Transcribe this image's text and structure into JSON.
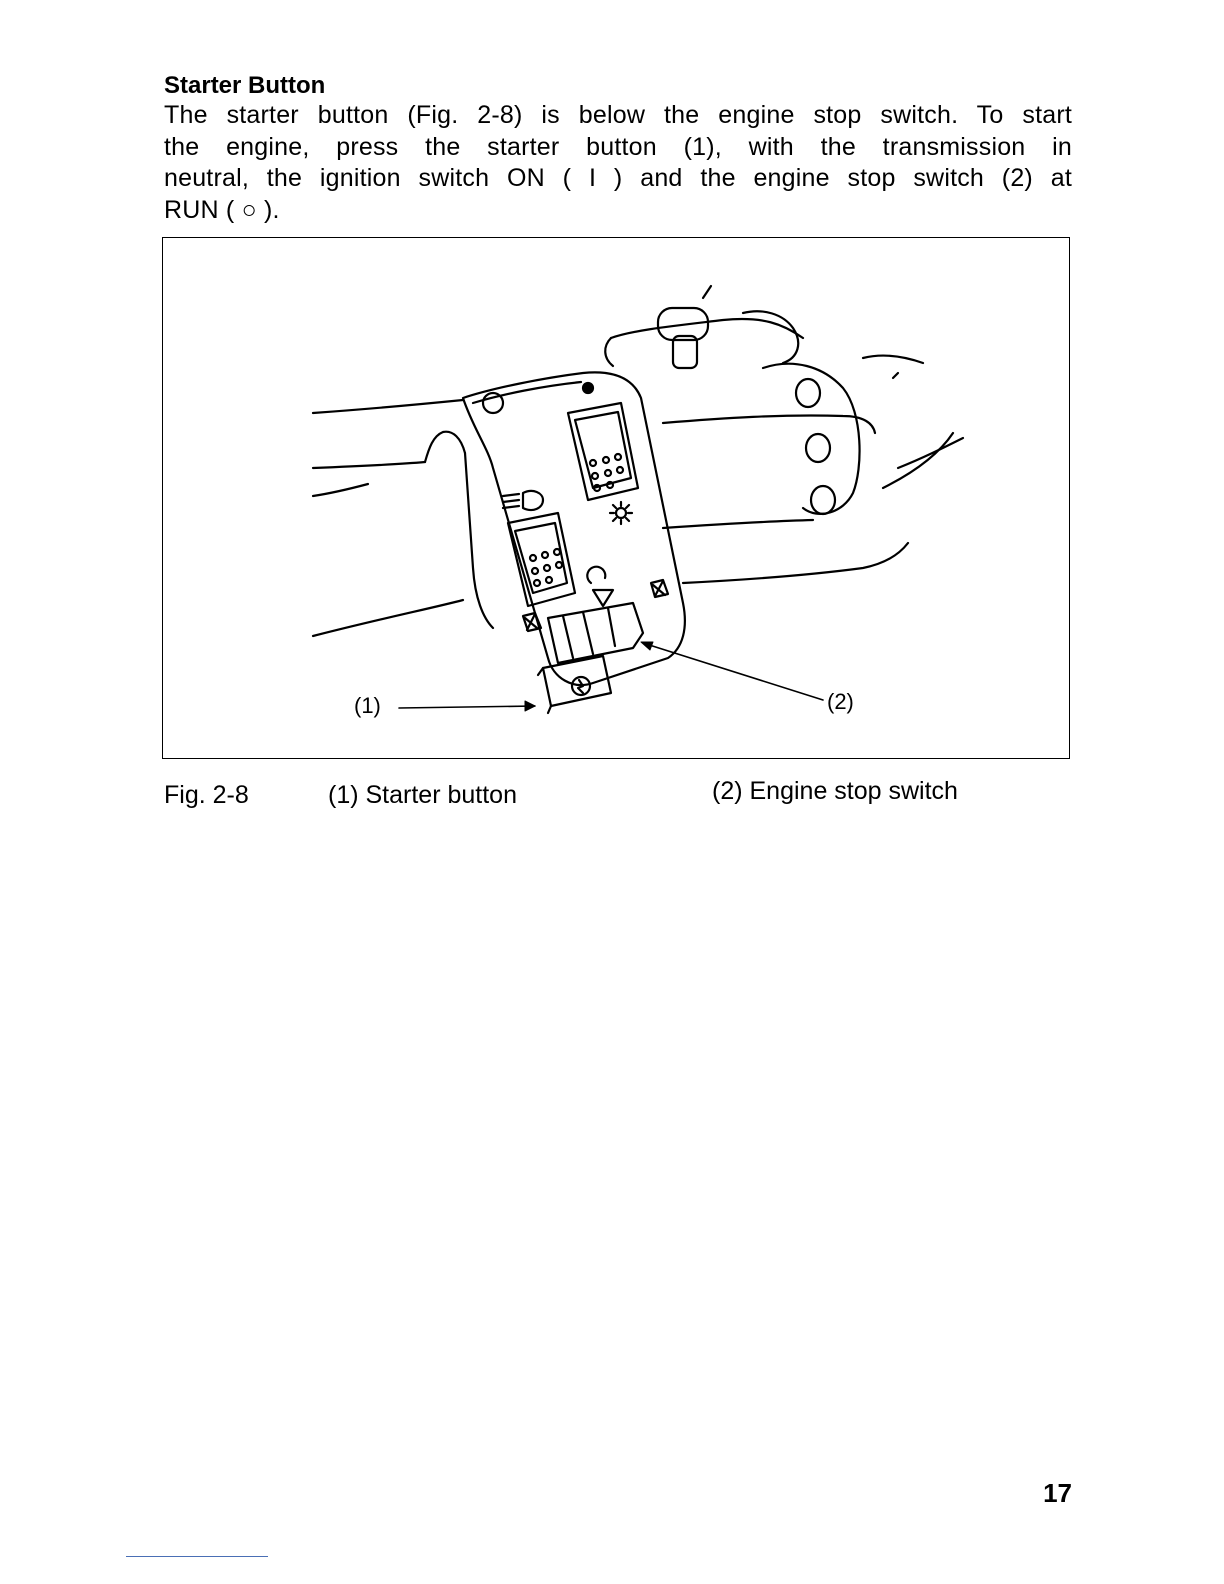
{
  "section": {
    "heading": "Starter Button",
    "paragraph_lines": [
      "The starter button (Fig. 2-8) is below the engine stop switch. To start",
      "the engine, press the starter button (1), with the transmission in",
      "neutral, the ignition switch ON ( I ) and the engine stop switch (2) at",
      "RUN ( ○ )."
    ]
  },
  "figure": {
    "callouts": {
      "one": "(1)",
      "two": "(2)"
    }
  },
  "caption": {
    "fig_label": "Fig. 2-8",
    "item_1": "(1) Starter button",
    "item_2": "(2) Engine stop switch"
  },
  "page_number": "17"
}
